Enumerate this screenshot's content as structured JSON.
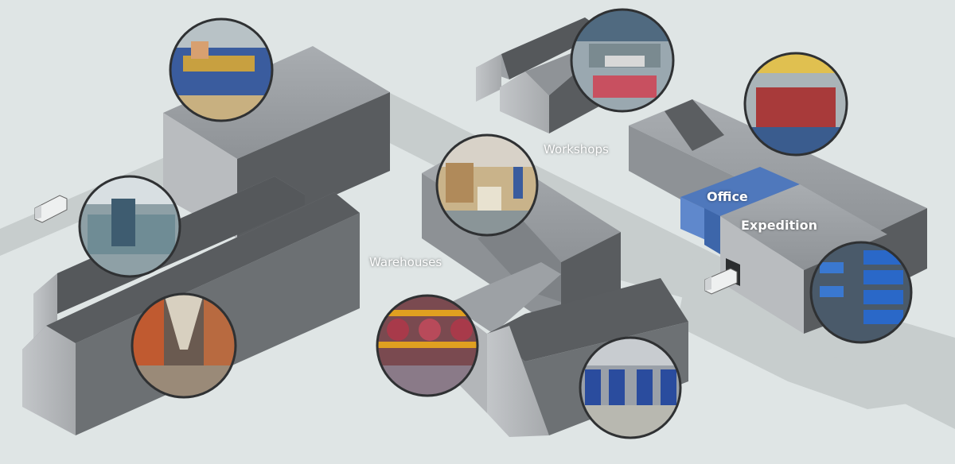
{
  "labels": {
    "workshops": "Workshops",
    "warehouses": "Warehouses",
    "office": "Office",
    "expedition": "Expedition"
  },
  "colors": {
    "background": "#dfe5e5",
    "road": "#c6cccc",
    "roof_light": "#9ea2a6",
    "wall_dark": "#595c5f",
    "wall_mid": "#7d8185",
    "gable": "#b9bcbf",
    "office_blue": "#4f78bc",
    "label_text": "#ffffff"
  },
  "photo_icons": [
    "engine-assembly-photo",
    "workshop-machining-photo",
    "crane-engine-photo",
    "production-hall-photo",
    "warehouse-picking-photo",
    "high-rack-aisle-photo",
    "cylinder-rack-photo",
    "pallet-racks-photo",
    "blue-bins-shelving-photo"
  ],
  "vehicles": [
    "truck-icon",
    "truck-icon"
  ]
}
